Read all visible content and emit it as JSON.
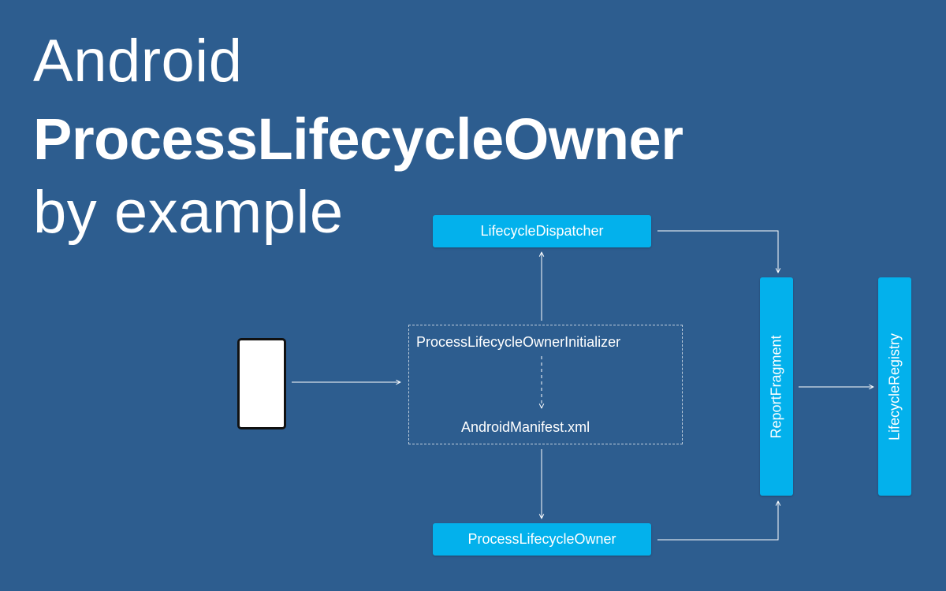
{
  "title": {
    "line1": "Android",
    "line2": "ProcessLifecycleOwner",
    "line3": "by example"
  },
  "diagram": {
    "lifecycle_dispatcher": "LifecycleDispatcher",
    "initializer": "ProcessLifecycleOwnerInitializer",
    "manifest": "AndroidManifest.xml",
    "process_lifecycle_owner": "ProcessLifecycleOwner",
    "report_fragment": "ReportFragment",
    "lifecycle_registry": "LifecycleRegistry"
  },
  "colors": {
    "background": "#2d5d8f",
    "box": "#03b1ec",
    "text": "#ffffff"
  },
  "icons": {
    "device": "phone-icon"
  }
}
